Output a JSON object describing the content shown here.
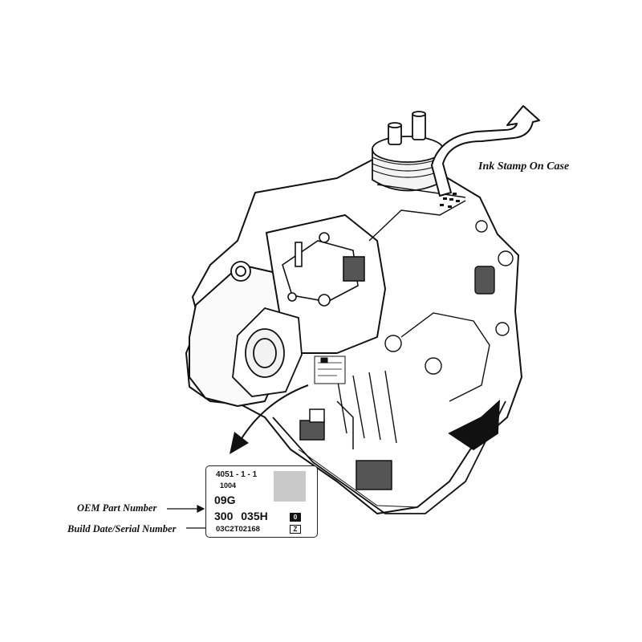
{
  "callouts": {
    "ink_stamp": "Ink Stamp On Case",
    "oem_part_number": "OEM Part Number",
    "build_date_serial": "Build Date/Serial Number"
  },
  "id_tag": {
    "code": "4051 - 1 - 1",
    "sub_code": "1004",
    "part_prefix": "09G",
    "part_number": "300 035H",
    "serial": "03C2T02168",
    "box_a": "0",
    "box_b": "Z"
  },
  "colors": {
    "line": "#111111",
    "housing": "#ffffff",
    "dark_part": "#555555",
    "tag_barcode": "#c9c9c9"
  }
}
